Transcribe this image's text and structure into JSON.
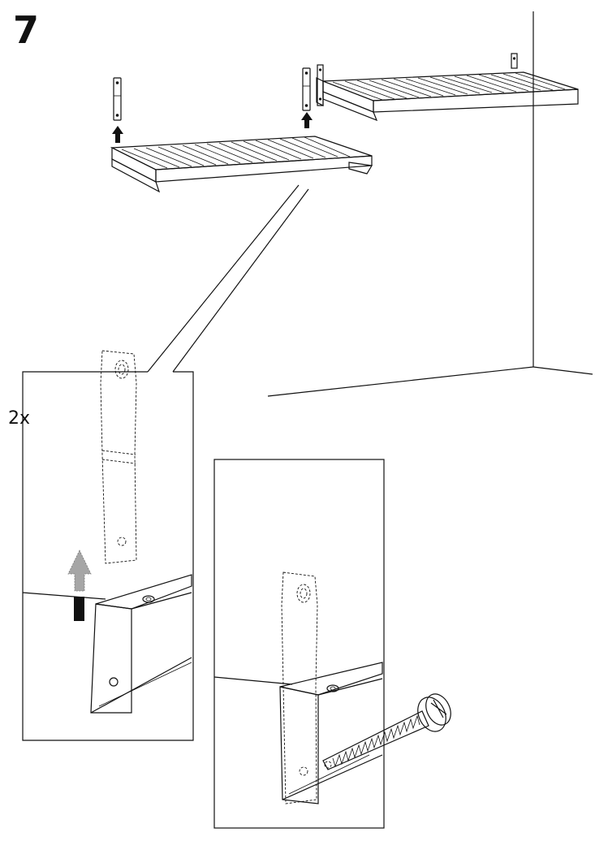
{
  "step": {
    "number": "7"
  },
  "callout": {
    "quantity": "2x"
  },
  "icons": [
    "shelf-rack",
    "mounting-bracket",
    "screw",
    "up-arrow"
  ],
  "colors": {
    "line": "#111111",
    "arrow_fill": "#222222",
    "callout_arrow_gray": "#9a9a9a"
  }
}
